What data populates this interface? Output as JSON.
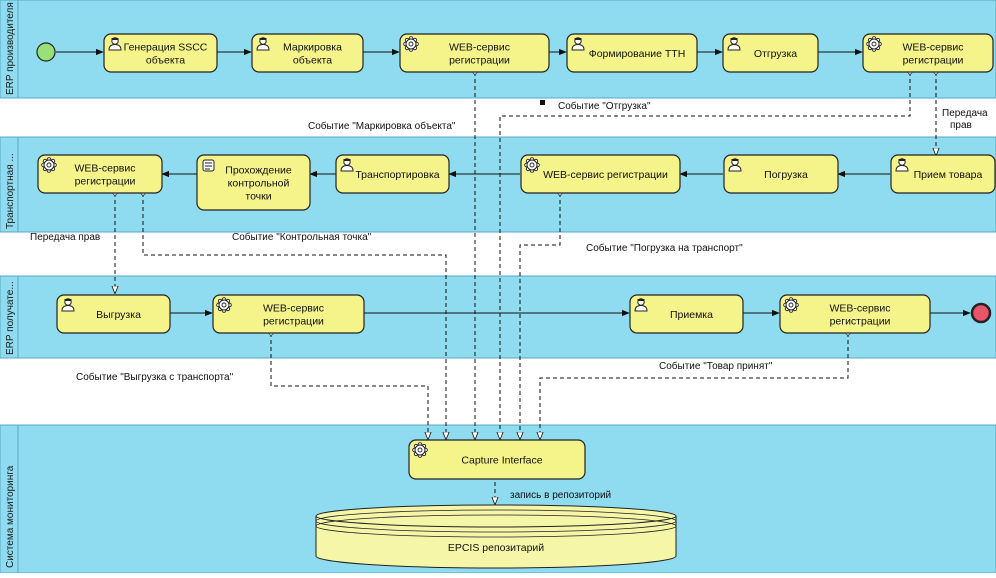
{
  "lanes": [
    {
      "id": "lane1",
      "label": "ERP производителя"
    },
    {
      "id": "lane2",
      "label": "Транспортная ..."
    },
    {
      "id": "lane3",
      "label": "ERP получате..."
    },
    {
      "id": "lane4",
      "label": "Система мониторинга"
    }
  ],
  "tasks": [
    {
      "id": "t_sscc",
      "lines": [
        "Генерация SSCC",
        "объекта"
      ],
      "icon": "user-icon"
    },
    {
      "id": "t_mark",
      "lines": [
        "Маркировка",
        "объекта"
      ],
      "icon": "user-icon"
    },
    {
      "id": "t_web1",
      "lines": [
        "WEB-сервис",
        "регистрации"
      ],
      "icon": "gear-icon"
    },
    {
      "id": "t_ttn",
      "lines": [
        "Формирование ТТН"
      ],
      "icon": "user-icon"
    },
    {
      "id": "t_ship",
      "lines": [
        "Отгрузка"
      ],
      "icon": "user-icon"
    },
    {
      "id": "t_web2",
      "lines": [
        "WEB-сервис",
        "регистрации"
      ],
      "icon": "gear-icon"
    },
    {
      "id": "t_web4",
      "lines": [
        "WEB-сервис",
        "регистрации"
      ],
      "icon": "gear-icon"
    },
    {
      "id": "t_check",
      "lines": [
        "Прохождение",
        "контрольной",
        "точки"
      ],
      "icon": "hand-icon"
    },
    {
      "id": "t_transp",
      "lines": [
        "Транспортировка"
      ],
      "icon": "user-icon"
    },
    {
      "id": "t_web3",
      "lines": [
        "WEB-сервис регистрации"
      ],
      "icon": "gear-icon"
    },
    {
      "id": "t_load",
      "lines": [
        "Погрузка"
      ],
      "icon": "user-icon"
    },
    {
      "id": "t_recv",
      "lines": [
        "Прием товара"
      ],
      "icon": "user-icon"
    },
    {
      "id": "t_unload",
      "lines": [
        "Выгрузка"
      ],
      "icon": "user-icon"
    },
    {
      "id": "t_web5",
      "lines": [
        "WEB-сервис",
        "регистрации"
      ],
      "icon": "gear-icon"
    },
    {
      "id": "t_accept",
      "lines": [
        "Приемка"
      ],
      "icon": "user-icon"
    },
    {
      "id": "t_web6",
      "lines": [
        "WEB-сервис",
        "регистрации"
      ],
      "icon": "gear-icon"
    },
    {
      "id": "t_capture",
      "lines": [
        "Capture Interface"
      ],
      "icon": "gear-icon"
    }
  ],
  "repository": {
    "label": "EPCIS репозитарий"
  },
  "messages": {
    "m_ship": "Событие \"Отгрузка\"",
    "m_mark": "Событие \"Маркировка объекта\"",
    "m_rights1": [
      "Передача",
      "прав"
    ],
    "m_check": "Событие \"Контрольная точка\"",
    "m_load": "Событие \"Погрузка на транспорт\"",
    "m_rights2": "Передача прав",
    "m_unload": "Событие \"Выгрузка с транспорта\"",
    "m_accepted": "Событие \"Товар принят\"",
    "m_repo": "запись в репозиторий"
  },
  "colors": {
    "lane": "#8fdcf0",
    "task": "#f4f48a",
    "start": "#99e07a",
    "end": "#e8546a"
  }
}
